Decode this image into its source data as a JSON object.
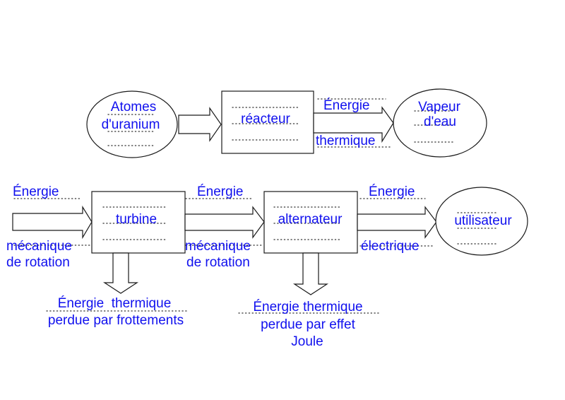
{
  "diagram": {
    "type": "energy-chain",
    "language": "fr",
    "colors": {
      "text": "#1010ee",
      "stroke": "#1a1a1a",
      "dots": "#333333",
      "background": "#ffffff"
    },
    "row1": {
      "source": {
        "shape": "ellipse",
        "line1": "Atomes",
        "line2": "d'uranium"
      },
      "converter": {
        "shape": "rectangle",
        "label": "réacteur"
      },
      "transfer": {
        "top": "Énergie",
        "bottom": "thermique"
      },
      "receiver": {
        "shape": "ellipse",
        "line1": "Vapeur",
        "line2": "d'eau"
      }
    },
    "row2": {
      "input_transfer": {
        "top": "Énergie",
        "bottom_line1": "mécanique",
        "bottom_line2": "de rotation"
      },
      "converter1": {
        "shape": "rectangle",
        "label": "turbine"
      },
      "transfer2": {
        "top": "Énergie",
        "bottom_line1": "mécanique",
        "bottom_line2": "de rotation"
      },
      "converter2": {
        "shape": "rectangle",
        "label": "alternateur"
      },
      "transfer3": {
        "top": "Énergie",
        "bottom": "électrique"
      },
      "receiver": {
        "shape": "ellipse",
        "label": "utilisateur"
      },
      "loss1": {
        "line1": "Énergie  thermique",
        "line2": "perdue par frottements"
      },
      "loss2": {
        "line1": "Énergie thermique",
        "line2": "perdue par effet",
        "line3": "Joule"
      }
    }
  }
}
